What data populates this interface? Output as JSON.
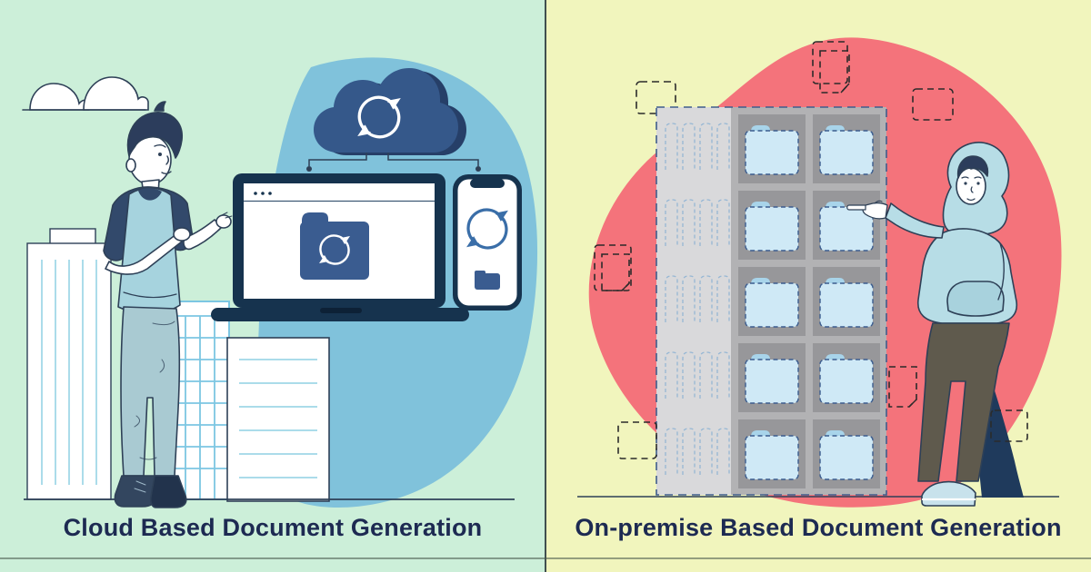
{
  "captions": {
    "left": "Cloud Based Document Generation",
    "right": "On-premise Based Document Generation"
  },
  "styles": {
    "caption_text_color": "#1d2a52",
    "left_background": "#ccefd9",
    "left_blob": "#80c2db",
    "right_background": "#f1f5bd",
    "right_blob": "#f4737b",
    "outline_navy": "#2e4057",
    "device_navy": "#16334e",
    "cloud_navy": "#35588a",
    "cloud_navy_shadow": "#263f68",
    "folder_blue": "#3a5c90",
    "folder_light_blue": "#cfe9f6",
    "cabinet_light_grey": "#d9d9db",
    "cabinet_frame_grey": "#b2b2b4",
    "cabinet_cell_grey": "#97979a",
    "divider_color": "#41504f"
  },
  "icons": {
    "left_scene": [
      "cloud-outline-icon",
      "cloud-sync-icon",
      "sync-arrows-icon",
      "laptop-icon",
      "browser-window-icon",
      "folder-sync-icon",
      "smartphone-icon",
      "phone-folder-icon",
      "building-icon"
    ],
    "right_scene": [
      "file-cabinet-icon",
      "folder-icon",
      "hanging-folder-icon",
      "dashed-document-icon"
    ]
  },
  "cabinet": {
    "columns": 2,
    "rows": 5,
    "solid_folders": 10,
    "hanging_folder_rows": 5,
    "hanging_folders_per_row": 4
  }
}
